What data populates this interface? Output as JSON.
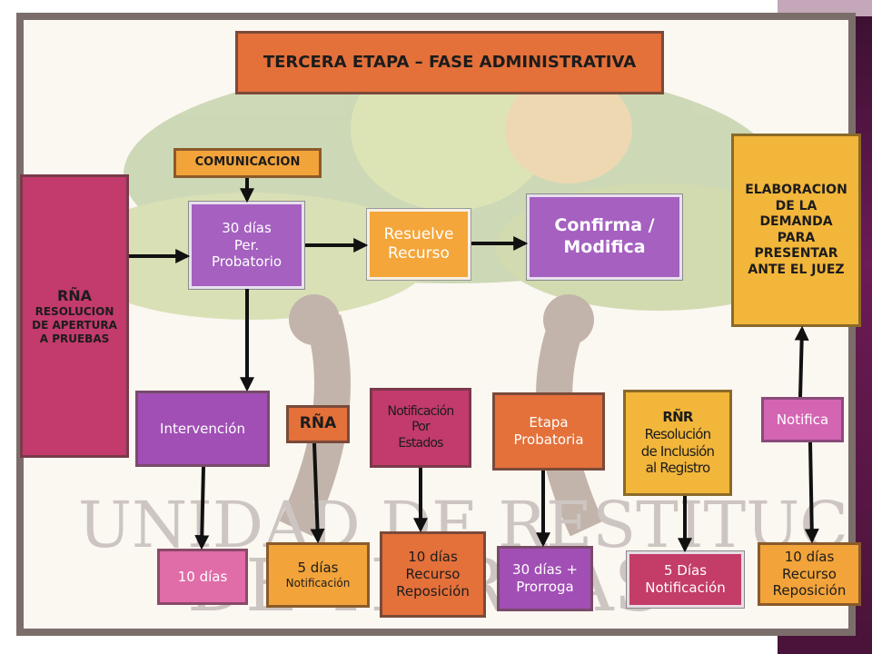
{
  "title": "TERCERA ETAPA – FASE ADMINISTRATIVA",
  "nodes": {
    "comunicacion": "COMUNICACION",
    "rna_left_title": "RÑA",
    "rna_left_sub": "RESOLUCION DE APERTURA A PRUEBAS",
    "per_probatorio": [
      "30 días",
      "Per.",
      "Probatorio"
    ],
    "resuelve_recurso": [
      "Resuelve",
      "Recurso"
    ],
    "confirma_modifica": [
      "Confirma /",
      "Modifica"
    ],
    "elaboracion": [
      "ELABORACION",
      "DE LA",
      "DEMANDA",
      "PARA",
      "PRESENTAR",
      "ANTE EL JUEZ"
    ],
    "intervencion": "Intervención",
    "rna_mid": "RÑA",
    "notificacion_estados": [
      "Notificación",
      "Por",
      "Estados"
    ],
    "etapa_probatoria": [
      "Etapa",
      "Probatoria"
    ],
    "rnr": [
      "RÑR",
      "Resolución",
      "de Inclusión",
      "al Registro"
    ],
    "notifica": "Notifica",
    "dias10": "10 días",
    "dias5_notif": [
      "5 días",
      "Notificación"
    ],
    "recurso_reposicion_1": [
      "10 días",
      "Recurso",
      "Reposición"
    ],
    "prorroga": [
      "30 días +",
      "Prorroga"
    ],
    "dias5_notif_2": [
      "5 Días",
      "Notificación"
    ],
    "recurso_reposicion_2": [
      "10 días",
      "Recurso",
      "Reposición"
    ]
  },
  "colors": {
    "orange": "#e4703a",
    "purple": "#a560c0",
    "magenta": "#c33a6d",
    "pink": "#d465b3",
    "yellow": "#f2b63a",
    "frame": "#7b6e6a"
  }
}
